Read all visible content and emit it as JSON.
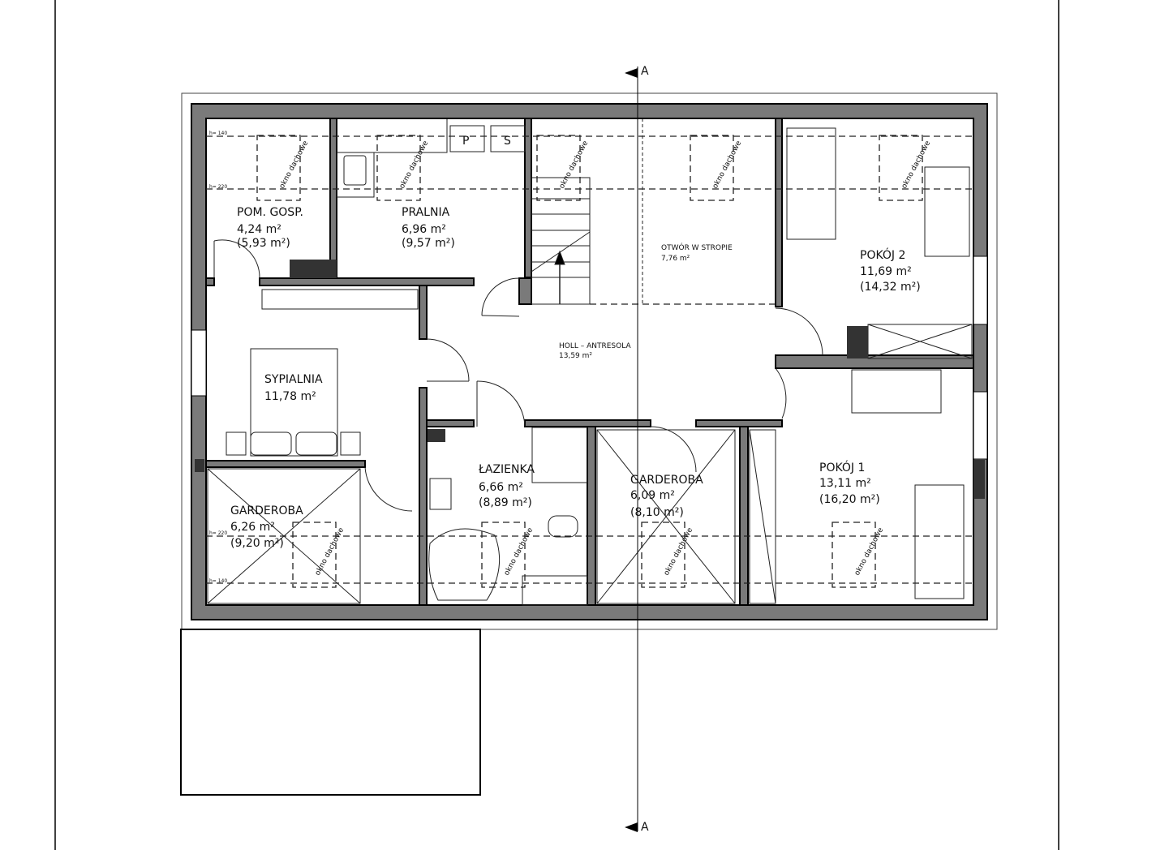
{
  "section_marker": "A",
  "height_marks": {
    "h140": "h= 140",
    "h220": "h= 220"
  },
  "skylight_label": "okno dachowe",
  "appliances": {
    "washer": "P",
    "dryer": "S"
  },
  "rooms": [
    {
      "name": "POM.  GOSP.",
      "area": "4,24  m²",
      "gross": "(5,93  m²)"
    },
    {
      "name": "PRALNIA",
      "area": "6,96  m²",
      "gross": "(9,57  m²)"
    },
    {
      "name": "OTWÓR  W  STROPIE",
      "area": "7,76  m²"
    },
    {
      "name": "POKÓJ  2",
      "area": "11,69  m²",
      "gross": "(14,32  m²)"
    },
    {
      "name": "HOLL  –  ANTRESOLA",
      "area": "13,59  m²"
    },
    {
      "name": "SYPIALNIA",
      "area": "11,78  m²"
    },
    {
      "name": "GARDEROBA",
      "area": "6,26  m²",
      "gross": "(9,20  m²)"
    },
    {
      "name": "ŁAZIENKA",
      "area": "6,66  m²",
      "gross": "(8,89  m²)"
    },
    {
      "name": "GARDEROBA",
      "area": "6,09  m²",
      "gross": "(8,10  m²)"
    },
    {
      "name": "POKÓJ  1",
      "area": "13,11  m²",
      "gross": "(16,20  m²)"
    }
  ]
}
